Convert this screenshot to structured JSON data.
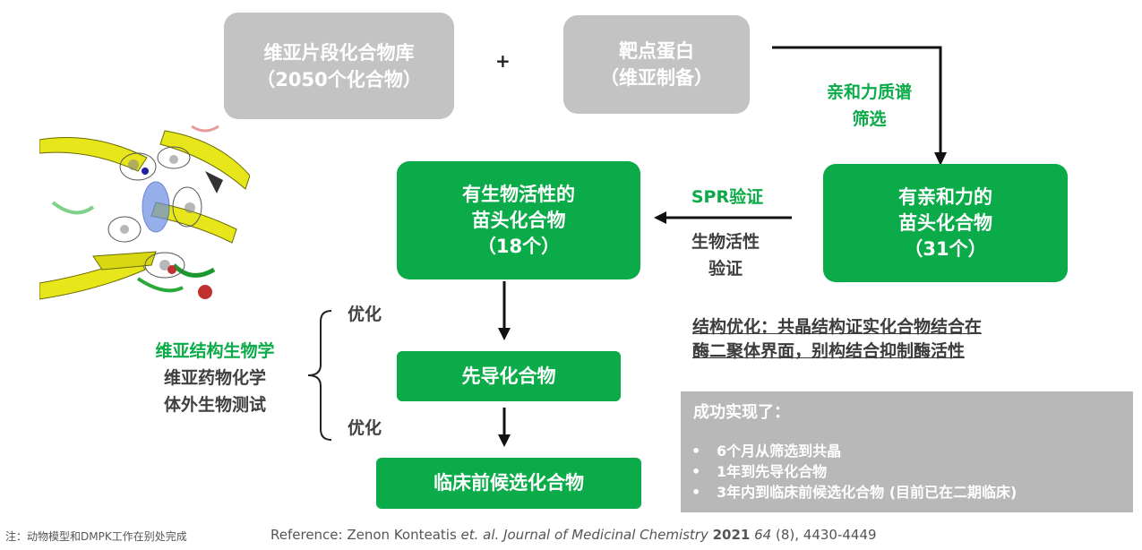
{
  "library_box": {
    "line1": "维亚片段化合物库",
    "line2": "（2050个化合物）"
  },
  "plus_sign": "+",
  "target_box": {
    "line1": "靶点蛋白",
    "line2": "（维亚制备）"
  },
  "affinity_ms_label": {
    "line1": "亲和力质谱",
    "line2": "筛选"
  },
  "affinity_hits_box": {
    "line1": "有亲和力的",
    "line2": "苗头化合物",
    "line3": "（31个）"
  },
  "spr_label": "SPR验证",
  "bio_verify_label": {
    "line1": "生物活性",
    "line2": "验证"
  },
  "active_hits_box": {
    "line1": "有生物活性的",
    "line2": "苗头化合物",
    "line3": "（18个）"
  },
  "optimize_top": "优化",
  "optimize_bottom": "优化",
  "lead_box": "先导化合物",
  "candidate_box": "临床前候选化合物",
  "capabilities": {
    "line1": "维亚结构生物学",
    "line2": "维亚药物化学",
    "line3": "体外生物测试"
  },
  "structure_note": {
    "line1": "结构优化：共晶结构证实化合物结合在",
    "line2": "酶二聚体界面，别构结合抑制酶活性"
  },
  "success_panel": {
    "title": "成功实现了：",
    "items": [
      "6个月从筛选到共晶",
      "1年到先导化合物",
      "3年内到临床前候选化合物 (目前已在二期临床)"
    ]
  },
  "footnote": "注：动物模型和DMPK工作在别处完成",
  "reference": {
    "prefix": "Reference: Zenon Konteatis ",
    "etal": "et. al.",
    "journal": " Journal of Medicinal Chemistry ",
    "year": "2021",
    "volume": " 64",
    "tail": " (8), 4430-4449"
  },
  "colors": {
    "green": "#0aab48",
    "gray_box": "#c3c3c3",
    "panel_gray": "#b8b8b8"
  }
}
